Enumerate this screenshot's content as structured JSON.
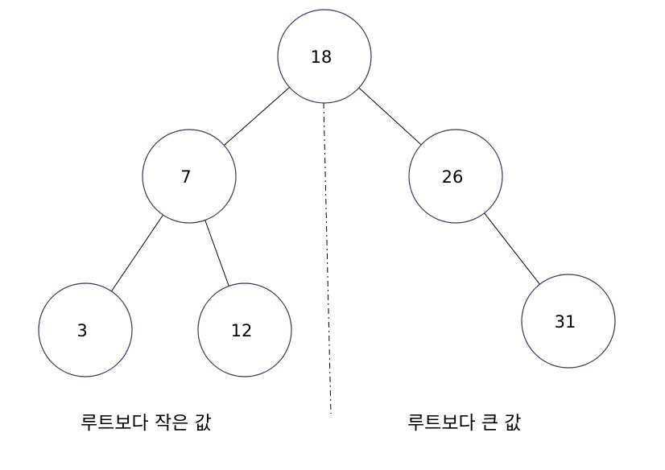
{
  "tree": {
    "colors": {
      "node_border": "#2f3a5a",
      "edge": "#000000"
    },
    "nodes": [
      {
        "id": "root",
        "value": "18"
      },
      {
        "id": "left",
        "value": "7"
      },
      {
        "id": "right",
        "value": "26"
      },
      {
        "id": "left-left",
        "value": "3"
      },
      {
        "id": "left-right",
        "value": "12"
      },
      {
        "id": "right-right",
        "value": "31"
      }
    ],
    "edges": [
      {
        "from": "root",
        "to": "left"
      },
      {
        "from": "root",
        "to": "right"
      },
      {
        "from": "left",
        "to": "left-left"
      },
      {
        "from": "left",
        "to": "left-right"
      },
      {
        "from": "right",
        "to": "right-right"
      }
    ]
  },
  "captions": {
    "left": "루트보다 작은 값",
    "right": "루트보다 큰 값"
  }
}
